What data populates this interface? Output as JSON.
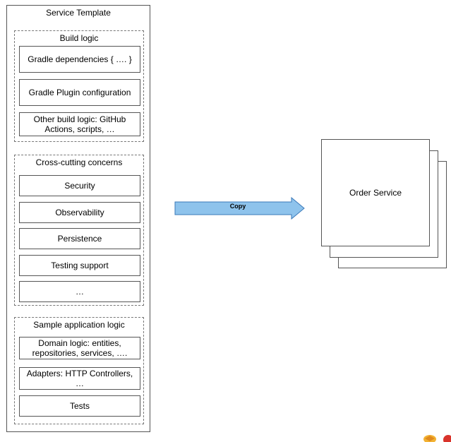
{
  "template": {
    "title": "Service Template",
    "build_logic": {
      "title": "Build logic",
      "items": [
        "Gradle dependencies { …. }",
        "Gradle  Plugin configuration",
        "Other build logic: GitHub Actions, scripts, …"
      ]
    },
    "cross_cutting": {
      "title": "Cross-cutting concerns",
      "items": [
        "Security",
        "Observability",
        "Persistence",
        "Testing support",
        "…"
      ]
    },
    "sample_app": {
      "title": "Sample application logic",
      "items": [
        "Domain logic: entities, repositories,  services, ….",
        "Adapters: HTTP Controllers, …",
        "Tests"
      ]
    }
  },
  "arrow": {
    "label": "Copy",
    "fill_color": "#8ec3ec",
    "stroke_color": "#3a78b8"
  },
  "target": {
    "label": "Order Service"
  }
}
